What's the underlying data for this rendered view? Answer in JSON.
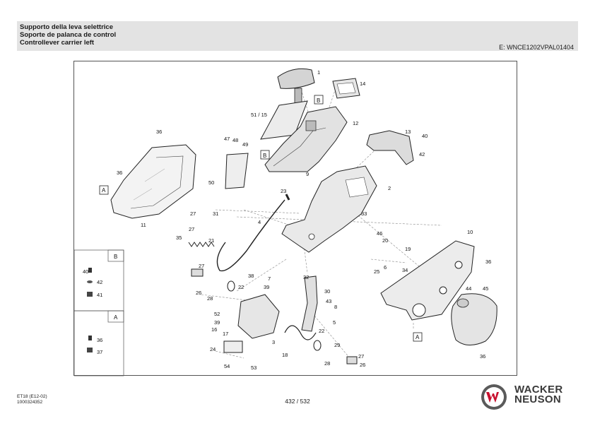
{
  "header": {
    "title_it": "Supporto della leva selettrice",
    "title_es": "Soporte de palanca de control",
    "title_en": "Controllever carrier left",
    "doc_code": "E: WNCE1202VPAL01404"
  },
  "drawing": {
    "part_labels": [
      {
        "text": "1"
      },
      {
        "text": "14"
      },
      {
        "text": "B"
      },
      {
        "text": "51 / 15"
      },
      {
        "text": "12"
      },
      {
        "text": "B"
      },
      {
        "text": "13"
      },
      {
        "text": "40"
      },
      {
        "text": "42"
      },
      {
        "text": "36"
      },
      {
        "text": "47"
      },
      {
        "text": "48"
      },
      {
        "text": "49"
      },
      {
        "text": "36"
      },
      {
        "text": "A"
      },
      {
        "text": "50"
      },
      {
        "text": "9"
      },
      {
        "text": "2"
      },
      {
        "text": "23"
      },
      {
        "text": "11"
      },
      {
        "text": "27"
      },
      {
        "text": "31"
      },
      {
        "text": "4"
      },
      {
        "text": "27"
      },
      {
        "text": "33"
      },
      {
        "text": "35"
      },
      {
        "text": "21"
      },
      {
        "text": "46"
      },
      {
        "text": "20"
      },
      {
        "text": "10"
      },
      {
        "text": "19"
      },
      {
        "text": "6"
      },
      {
        "text": "25"
      },
      {
        "text": "34"
      },
      {
        "text": "36"
      },
      {
        "text": "27"
      },
      {
        "text": "38"
      },
      {
        "text": "7"
      },
      {
        "text": "32"
      },
      {
        "text": "22"
      },
      {
        "text": "39"
      },
      {
        "text": "26"
      },
      {
        "text": "28"
      },
      {
        "text": "30"
      },
      {
        "text": "44"
      },
      {
        "text": "45"
      },
      {
        "text": "43"
      },
      {
        "text": "8"
      },
      {
        "text": "52"
      },
      {
        "text": "39"
      },
      {
        "text": "16"
      },
      {
        "text": "5"
      },
      {
        "text": "17"
      },
      {
        "text": "22"
      },
      {
        "text": "3"
      },
      {
        "text": "29"
      },
      {
        "text": "A"
      },
      {
        "text": "24"
      },
      {
        "text": "18"
      },
      {
        "text": "27"
      },
      {
        "text": "28"
      },
      {
        "text": "26"
      },
      {
        "text": "54"
      },
      {
        "text": "53"
      },
      {
        "text": "36"
      }
    ],
    "legend_B": {
      "letter": "B",
      "items": [
        {
          "text": "40"
        },
        {
          "text": "42"
        },
        {
          "text": "41"
        }
      ]
    },
    "legend_A": {
      "letter": "A",
      "items": [
        {
          "text": "36"
        },
        {
          "text": "37"
        }
      ]
    }
  },
  "footer": {
    "model": "ET18 (E12-02)",
    "part_no": "1000324352",
    "page": "432 / 532",
    "brand_line1": "WACKER",
    "brand_line2": "NEUSON"
  }
}
